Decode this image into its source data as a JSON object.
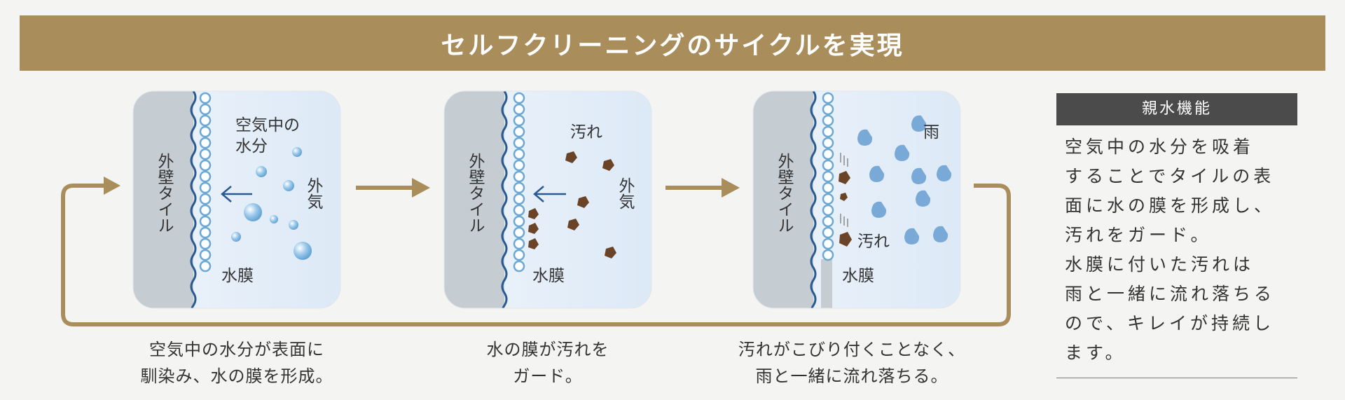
{
  "title": "セルフクリーニングのサイクルを実現",
  "panels": [
    {
      "wall_label": "外壁タイル",
      "film_label": "水膜",
      "moisture_label_1": "空気中の",
      "moisture_label_2": "水分",
      "outside_label": "外気"
    },
    {
      "wall_label": "外壁タイル",
      "film_label": "水膜",
      "dirt_label": "汚れ",
      "outside_label": "外気"
    },
    {
      "wall_label": "外壁タイル",
      "film_label": "水膜",
      "rain_label": "雨",
      "dirt_label": "汚れ"
    }
  ],
  "captions": [
    {
      "line1": "空気中の水分が表面に",
      "line2": "馴染み、水の膜を形成。"
    },
    {
      "line1": "水の膜が汚れを",
      "line2": "ガード。"
    },
    {
      "line1": "汚れがこびり付くことなく、",
      "line2": "雨と一緒に流れ落ちる。"
    }
  ],
  "sidebar": {
    "title": "親水機能",
    "lines": [
      "空気中の水分を吸着",
      "することでタイルの表",
      "面に水の膜を形成し、",
      "汚れをガード。",
      "水膜に付いた汚れは",
      "雨と一緒に流れ落ちる",
      "ので、キレイが持続し",
      "ます。"
    ]
  },
  "colors": {
    "banner": "#a98d5b",
    "arrow": "#a98d5b",
    "wall": "#c5ccd2",
    "water_bubble": "#6aa8d6",
    "dirt": "#6b4326",
    "rain": "#79a9d6",
    "sidebar_title_bg": "#4b4b4b"
  }
}
